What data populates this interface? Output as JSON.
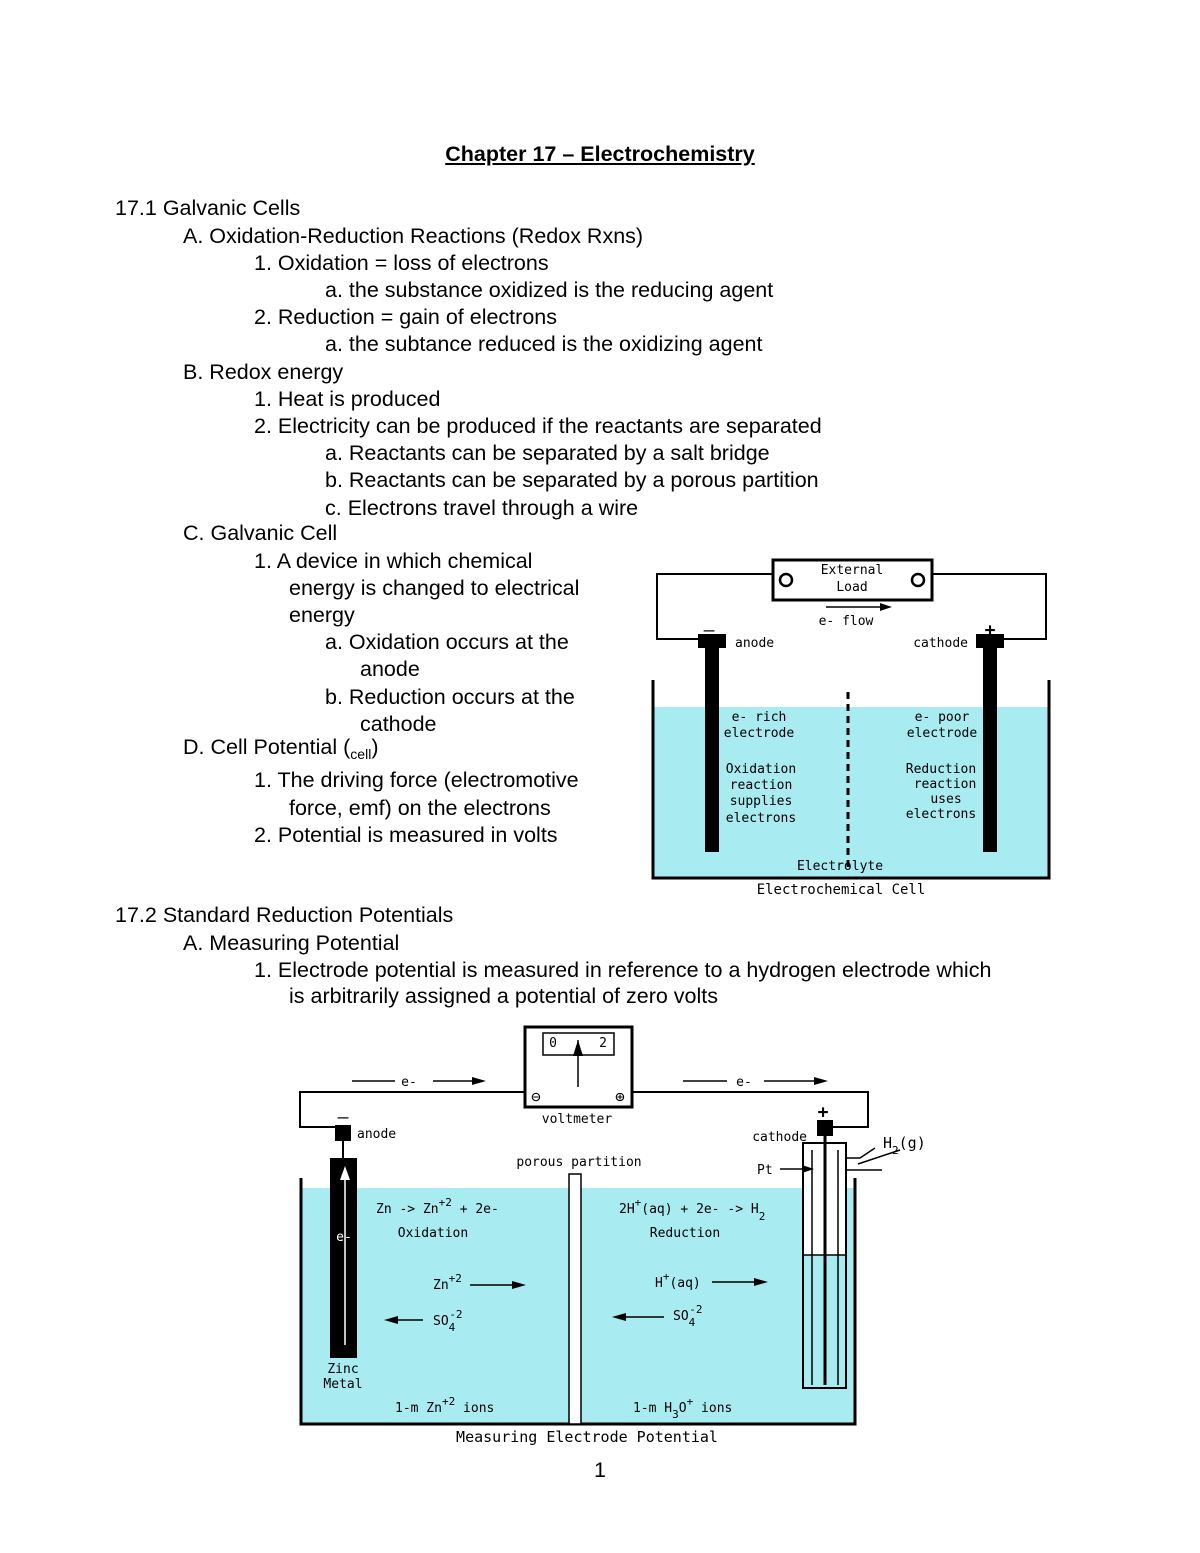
{
  "title": "Chapter 17 – Electrochemistry",
  "page_number": "1",
  "outline": {
    "s1": "17.1 Galvanic Cells",
    "s1A": "A.  Oxidation-Reduction Reactions (Redox Rxns)",
    "s1A1": "1.  Oxidation = loss of electrons",
    "s1A1a": "a.  the substance oxidized is the reducing agent",
    "s1A2": "2.  Reduction = gain of electrons",
    "s1A2a": "a.  the subtance reduced is the oxidizing agent",
    "s1B": "B.  Redox energy",
    "s1B1": "1.  Heat is produced",
    "s1B2": "2.  Electricity can be produced if the reactants are separated",
    "s1B2a": "a.  Reactants can be separated by a salt bridge",
    "s1B2b": "b.  Reactants can be separated by a porous partition",
    "s1B2c": "c.  Electrons travel through a wire",
    "s1C": "C.  Galvanic Cell",
    "s1C1_l1": "1.  A device in which chemical",
    "s1C1_l2": "energy is changed to electrical",
    "s1C1_l3": "energy",
    "s1C1a_l1": "a.  Oxidation occurs at the",
    "s1C1a_l2": "anode",
    "s1C1b_l1": "b.  Reduction occurs at the",
    "s1C1b_l2": "cathode",
    "s1D": "D.  Cell Potential (",
    "s1D_sub": "cell",
    "s1D_close": ")",
    "s1D1_l1": "1.  The driving force (electromotive",
    "s1D1_l2": "force, emf) on the electrons",
    "s1D2": "2.  Potential is measured in volts",
    "s2": "17.2 Standard Reduction Potentials",
    "s2A": "A.  Measuring Potential",
    "s2A1_l1": "1.  Electrode potential is measured in reference to a hydrogen electrode which",
    "s2A1_l2": "is arbitrarily assigned a potential of zero volts"
  },
  "fig1": {
    "external": "External",
    "load": "Load",
    "eflow": "e- flow",
    "minus": "–",
    "plus": "+",
    "anode": "anode",
    "cathode": "cathode",
    "erich1": "e- rich",
    "erich2": "electrode",
    "epoor1": "e- poor",
    "epoor2": "electrode",
    "ox1": "Oxidation",
    "ox2": "reaction",
    "ox3": "supplies",
    "ox4": "electrons",
    "red1": "Reduction",
    "red2": "reaction",
    "red3": "uses",
    "red4": "electrons",
    "electrolyte": "Electrolyte",
    "caption": "Electrochemical Cell"
  },
  "fig2": {
    "meter_zero": "0",
    "meter_two": "2",
    "meter_neg": "⊖",
    "meter_pos": "⊕",
    "voltmeter": "voltmeter",
    "e_left": "e-",
    "e_right": "e-",
    "minus": "–",
    "plus": "+",
    "anode": "anode",
    "cathode": "cathode",
    "h2g": "H",
    "h2g_sub": "2",
    "h2g_end": "(g)",
    "pt": "Pt",
    "porous": "porous partition",
    "ox_eq": "Zn -> Zn",
    "ox_eq_sup": "+2",
    "ox_eq_end": " +  2e-",
    "oxidation": "Oxidation",
    "red_eq": "2H",
    "red_eq_sup": "+",
    "red_eq_mid": "(aq) + 2e- -> H",
    "red_eq_sub": "2",
    "reduction": "Reduction",
    "zn_ion": "Zn",
    "zn_ion_sup": "+2",
    "so4_left": "SO",
    "so4_sub": "4",
    "so4_sup": "-2",
    "h_ion": "H",
    "h_ion_sup": "+",
    "h_ion_end": "(aq)",
    "so4_right": "SO",
    "rod_e": "e-",
    "zinc1": "Zinc",
    "zinc2": "Metal",
    "zn_sol": "1-m Zn",
    "zn_sol_sup": "+2",
    "zn_sol_end": " ions",
    "h_sol": "1-m H",
    "h_sol_sub": "3",
    "h_sol_mid": "O",
    "h_sol_sup": "+",
    "h_sol_end": " ions",
    "caption": "Measuring Electrode Potential"
  },
  "colors": {
    "solution": "#a8ecf2",
    "ink": "#000000"
  }
}
